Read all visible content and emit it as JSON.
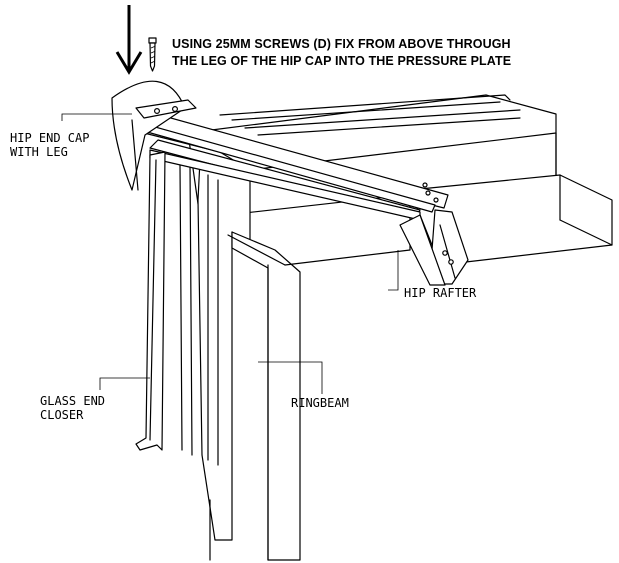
{
  "instruction": {
    "line1": "USING 25MM SCREWS (D) FIX FROM ABOVE THROUGH",
    "line2": "THE LEG OF THE HIP CAP INTO THE PRESSURE PLATE"
  },
  "labels": {
    "hip_end_cap_line1": "HIP END CAP",
    "hip_end_cap_line2": "WITH LEG",
    "hip_rafter": "HIP RAFTER",
    "glass_end_closer_line1": "GLASS END",
    "glass_end_closer_line2": "CLOSER",
    "ringbeam": "RINGBEAM"
  },
  "icons": {
    "direction": "down-arrow-icon",
    "fixing": "screw-icon"
  }
}
